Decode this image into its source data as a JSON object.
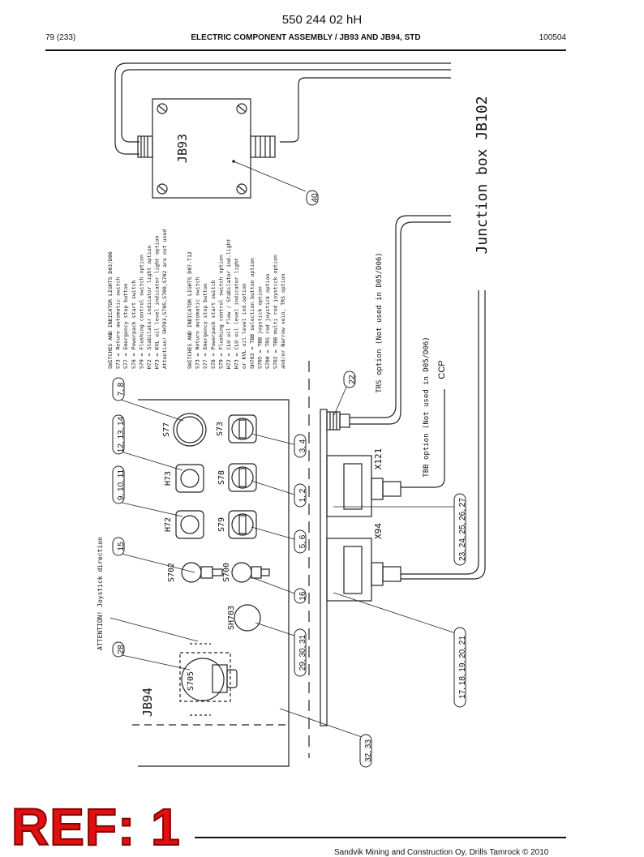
{
  "header": {
    "doc_number": "550 244 02 hH",
    "page": "79 (233)",
    "title": "ELECTRIC COMPONENT ASSEMBLY / JB93 AND JB94, STD",
    "date_code": "100504"
  },
  "footer": {
    "text": "Sandvik Mining and Construction Oy, Drills Tamrock © 2010",
    "ref_stamp": "REF: 1"
  },
  "drawing": {
    "junction_box_title": "Junction box JB102",
    "jb93_label": "JB93",
    "jb94_label": "JB94",
    "attention_joystick": "ATTENTION! Joystick direction",
    "legend_d03_d06": [
      "SWITCHES AND INDICATOR LIGHTS D03/D06",
      "S73 = Return automatic switch",
      "S77 = Emergency stop button",
      "S78 = Powerpack start switch",
      "S79 = Flushing control switch option",
      "H72 = Stabilator indicator light option",
      "H73 = KVL oil level indicator light option",
      "Attention! SH703,S705,S700,S702 are not used"
    ],
    "legend_d07_t12": [
      "SWITCHES AND INDICATOR LIGHTS D07-T12",
      "S73 = Return automatic switch",
      "S77 = Emergency stop button",
      "S78 = Powerpack start switch",
      "S79 = Flushing control switch option",
      "H72 = CLU oil flow / Stabilator ind.light",
      "H73 = CLU oil level indicator light",
      "    or KVL oil level ind.option",
      "SH703 = TBB selection button option",
      "S705 = TBB joystick option",
      "S700 = TRS rod joystick option",
      "S702 = TBB multi rod joystick option",
      "    and/or Narrow vein, TRS option"
    ],
    "trs_option": "TRS option (Not used in D05/D06)",
    "tbb_option": "TBB option (Not used in D05/D06)",
    "ccp": "CCP",
    "connectors": {
      "x121": "X121",
      "x94": "X94"
    },
    "components": {
      "s77": "S77",
      "s73": "S73",
      "h73": "H73",
      "s78": "S78",
      "h72": "H72",
      "s79": "S79",
      "s702": "S702",
      "s700": "S700",
      "sh703": "SH703",
      "s705": "S705"
    },
    "callouts": {
      "c40": "40",
      "c22": "22",
      "c7_8": "7, 8",
      "c12_14": "12, 13, 14",
      "c9_11": "9, 10, 11",
      "c15": "15",
      "c3_4": "3, 4",
      "c1_2": "1, 2",
      "c5_6": "5, 6",
      "c16": "16",
      "c29_31": "29, 30, 31",
      "c28": "28",
      "c32_33": "32, 33",
      "c23_27": "23, 24, 25, 26, 27",
      "c17_21": "17, 18, 19, 20, 21"
    }
  }
}
